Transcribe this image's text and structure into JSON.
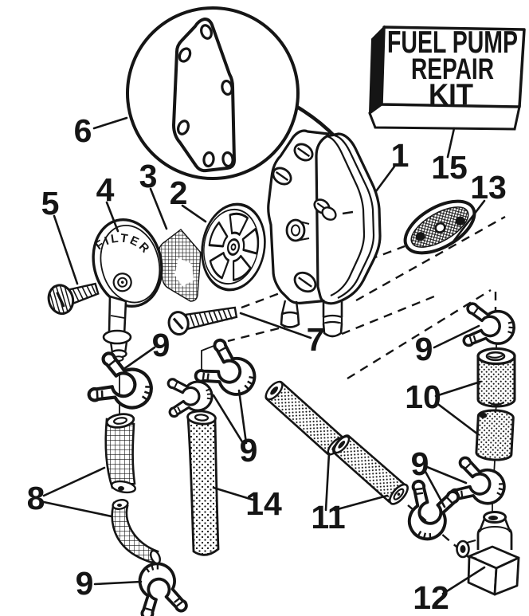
{
  "diagram": {
    "background": "#ffffff",
    "ink": "#151515",
    "kit_box": {
      "lines": [
        "FUEL PUMP",
        "REPAIR",
        "KIT"
      ]
    },
    "filter_label": "FILTER",
    "callouts": [
      {
        "label": "1"
      },
      {
        "label": "2"
      },
      {
        "label": "3"
      },
      {
        "label": "4"
      },
      {
        "label": "5"
      },
      {
        "label": "6"
      },
      {
        "label": "7"
      },
      {
        "label": "8"
      },
      {
        "label": "9"
      },
      {
        "label": "9"
      },
      {
        "label": "9"
      },
      {
        "label": "9"
      },
      {
        "label": "9"
      },
      {
        "label": "10"
      },
      {
        "label": "11"
      },
      {
        "label": "12"
      },
      {
        "label": "13"
      },
      {
        "label": "14"
      },
      {
        "label": "15"
      }
    ]
  }
}
